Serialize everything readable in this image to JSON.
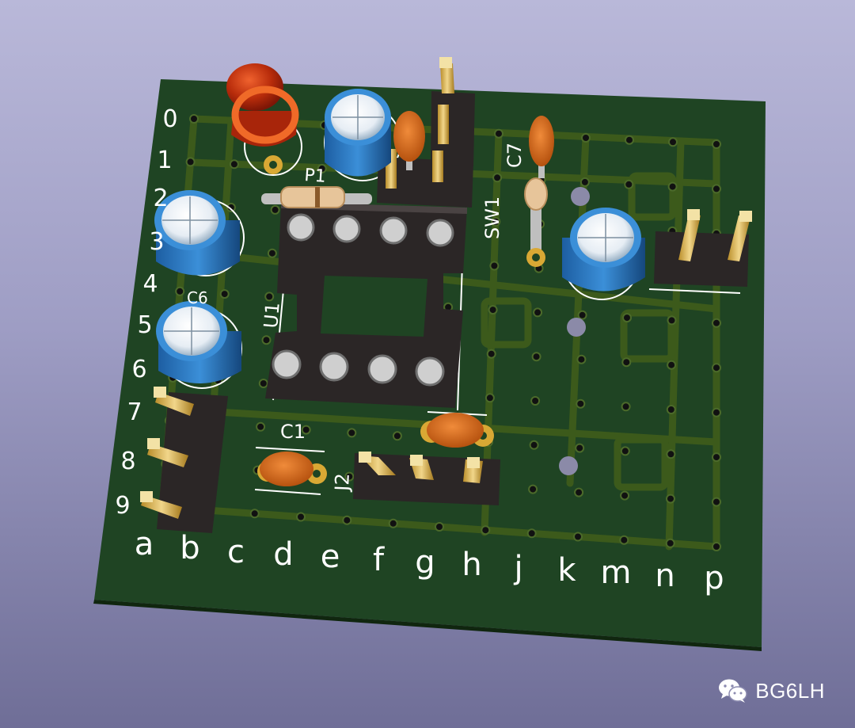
{
  "row_labels": [
    "0",
    "1",
    "2",
    "3",
    "4",
    "5",
    "6",
    "7",
    "8",
    "9"
  ],
  "col_labels": [
    "a",
    "b",
    "c",
    "d",
    "e",
    "f",
    "g",
    "h",
    "j",
    "k",
    "m",
    "n",
    "p"
  ],
  "refdes": {
    "p1": "P1",
    "sw1": "SW1",
    "c7": "C7",
    "u1": "U1",
    "c1": "C1",
    "j2": "J2",
    "c6": "C6"
  },
  "watermark": {
    "text": "BG6LH",
    "icon": "wechat-icon"
  },
  "colors": {
    "board": "#1f4423",
    "trace": "#3e5a1c",
    "silkscreen": "#ffffff",
    "pad_gold": "#d9a834",
    "electrolytic_cap": "#2e7cc6",
    "ceramic_cap": "#d36a1f",
    "led": "#c8330f",
    "socket": "#2b2626"
  }
}
